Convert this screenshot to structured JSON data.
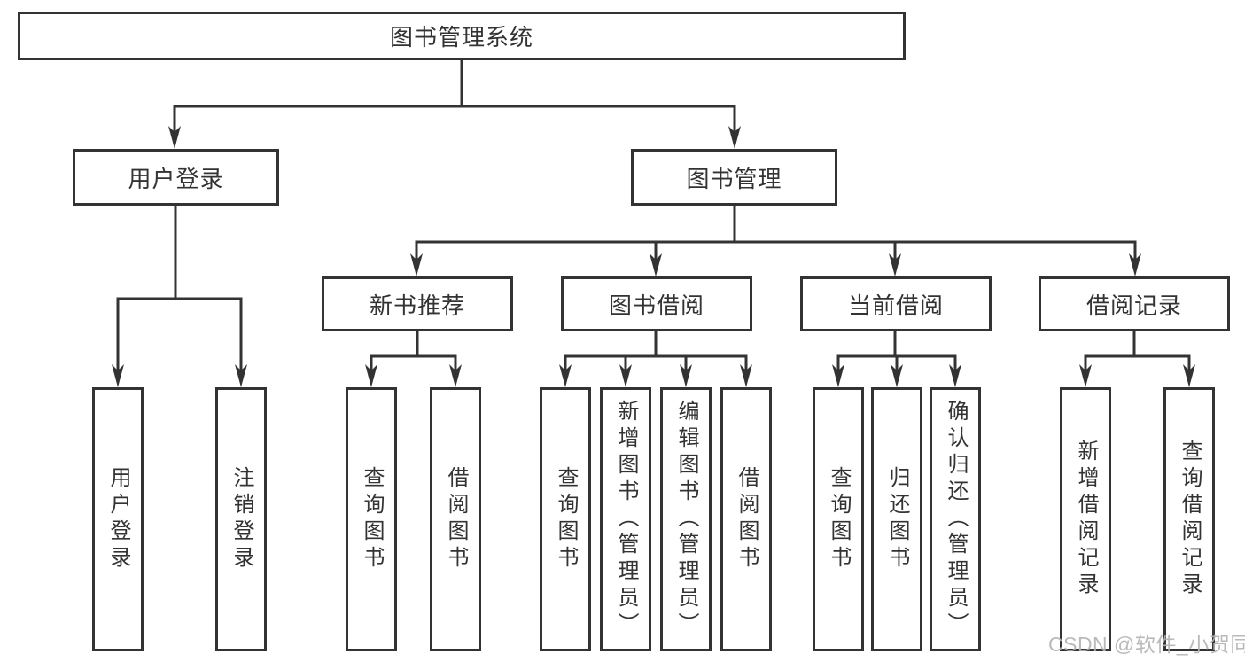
{
  "diagram": {
    "root": {
      "label": "图书管理系统"
    },
    "level2": [
      {
        "label": "用户登录"
      },
      {
        "label": "图书管理"
      }
    ],
    "level3": [
      {
        "label": "新书推荐",
        "parent": "图书管理"
      },
      {
        "label": "图书借阅",
        "parent": "图书管理"
      },
      {
        "label": "当前借阅",
        "parent": "图书管理"
      },
      {
        "label": "借阅记录",
        "parent": "图书管理"
      }
    ],
    "leaves": [
      {
        "label": "用户登录",
        "parent": "用户登录"
      },
      {
        "label": "注销登录",
        "parent": "用户登录"
      },
      {
        "label": "查询图书",
        "parent": "新书推荐"
      },
      {
        "label": "借阅图书",
        "parent": "新书推荐"
      },
      {
        "label": "查询图书",
        "parent": "图书借阅"
      },
      {
        "label": "新增图书（管理员）",
        "parent": "图书借阅"
      },
      {
        "label": "编辑图书（管理员）",
        "parent": "图书借阅"
      },
      {
        "label": "借阅图书",
        "parent": "图书借阅"
      },
      {
        "label": "查询图书",
        "parent": "当前借阅"
      },
      {
        "label": "归还图书",
        "parent": "当前借阅"
      },
      {
        "label": "确认归还（管理员）",
        "parent": "当前借阅"
      },
      {
        "label": "新增借阅记录",
        "parent": "借阅记录"
      },
      {
        "label": "查询借阅记录",
        "parent": "借阅记录"
      }
    ],
    "watermark": "CSDN @软件_小贺同学",
    "colors": {
      "line": "#333333",
      "text": "#333333",
      "watermark": "#b3b3b3",
      "background": "#ffffff"
    }
  }
}
